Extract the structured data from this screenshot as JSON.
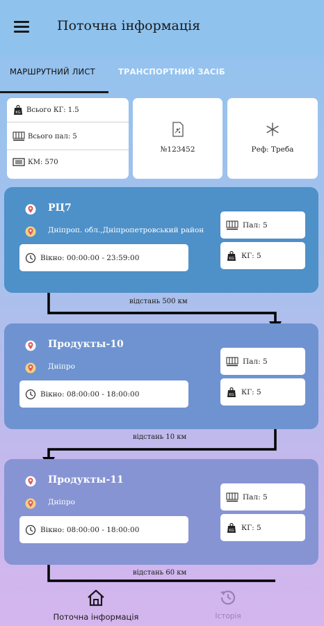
{
  "header": {
    "title": "Поточна інформація",
    "menu_icon": "hamburger-icon"
  },
  "tabs": [
    {
      "label": "МАРШРУТНИЙ ЛИСТ",
      "active": true
    },
    {
      "label": "ТРАНСПОРТНИЙ ЗАСІБ",
      "active": false
    }
  ],
  "summary": {
    "total_kg": "Всього КГ: 1.5",
    "total_pal": "Всього пал: 5",
    "km": "КМ: 570"
  },
  "vehicle": {
    "number": "№123452"
  },
  "reefer": {
    "label": "Реф: Треба"
  },
  "stops": [
    {
      "name": "РЦ7",
      "address": "Дніпроп. обл.,Дніпропетровський район",
      "window": "Вікно: 00:00:00 - 23:59:00",
      "pal": "Пал: 5",
      "kg": "КГ: 5"
    },
    {
      "name": "Продукты-10",
      "address": "Дніпро",
      "window": "Вікно: 08:00:00 - 18:00:00",
      "pal": "Пал: 5",
      "kg": "КГ: 5"
    },
    {
      "name": "Продукты-11",
      "address": "Дніпро",
      "window": "Вікно: 08:00:00 - 18:00:00",
      "pal": "Пал: 5",
      "kg": "КГ: 5"
    }
  ],
  "distances": [
    "відстань 500 км",
    "відстань 10 км",
    "відстань 60 км"
  ],
  "nav": {
    "home_label": "Поточна інформація",
    "history_label": "Історія"
  },
  "colors": {
    "header_bg": "#8fc3ee",
    "stop1_bg": "#4e90c8",
    "stop2_bg": "#6e93d0",
    "stop3_bg": "#8694d4",
    "history_inactive": "#9a7fb3"
  }
}
